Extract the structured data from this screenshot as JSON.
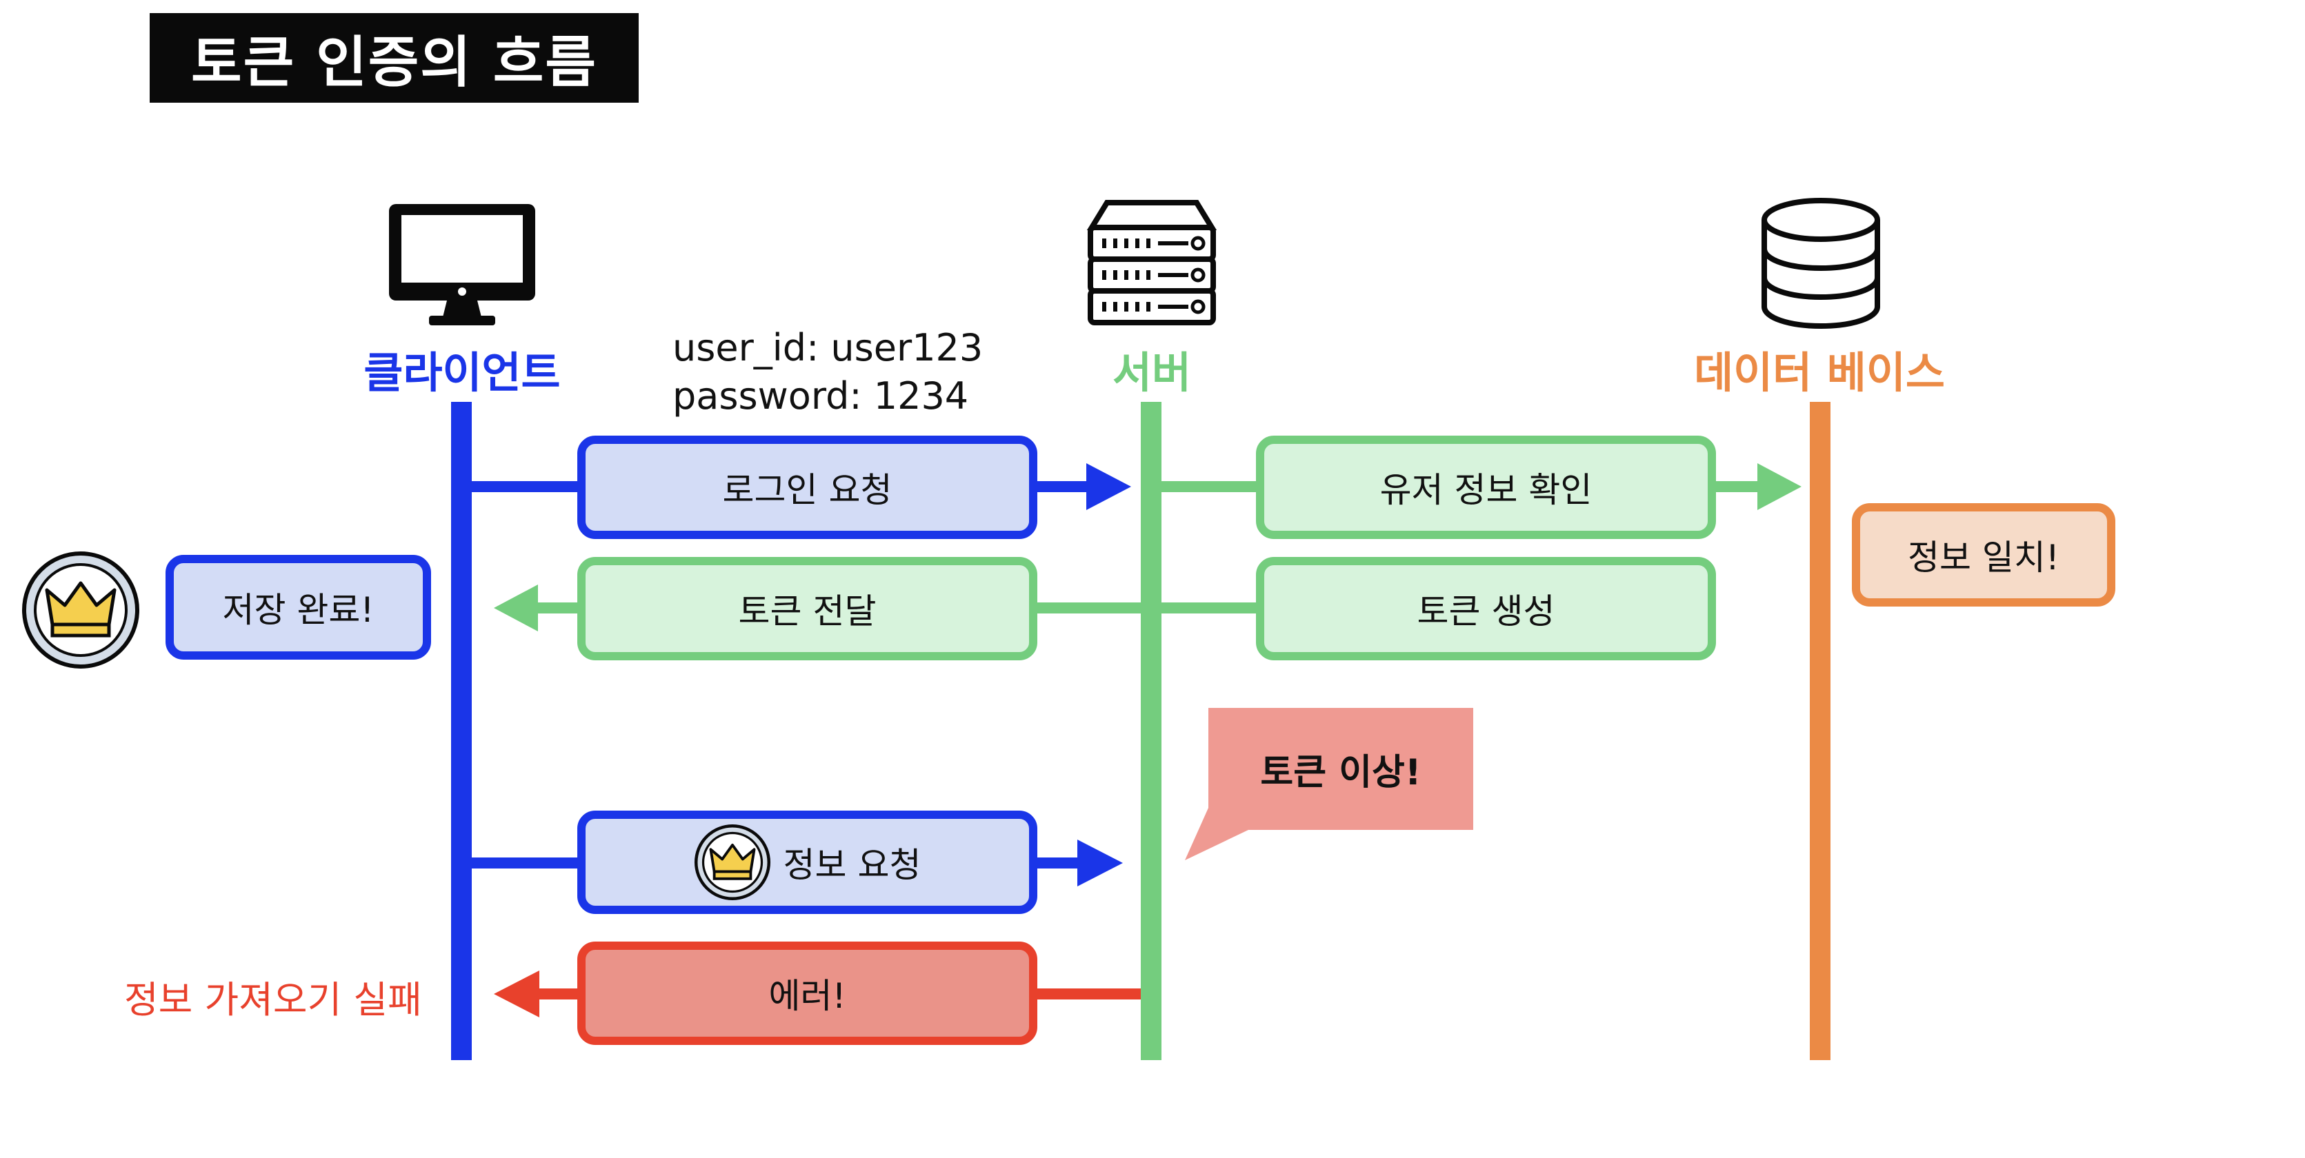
{
  "title": "토큰 인증의 흐름",
  "lanes": {
    "client": {
      "label": "클라이언트",
      "color": "#1a35e8"
    },
    "server": {
      "label": "서버",
      "color": "#74cd7e"
    },
    "database": {
      "label": "데이터 베이스",
      "color": "#eb8a45"
    }
  },
  "credentials": {
    "user_id": "user_id: user123",
    "password": "password: 1234"
  },
  "steps": {
    "login_request": "로그인 요청",
    "verify_user": "유저 정보 확인",
    "info_match": "정보 일치!",
    "create_token": "토큰 생성",
    "deliver_token": "토큰 전달",
    "save_done": "저장 완료!",
    "token_problem": "토큰 이상!",
    "info_request": "정보 요청",
    "error": "에러!",
    "fetch_failed": "정보 가져오기 실패"
  },
  "icons": {
    "client": "monitor-icon",
    "server": "server-rack-icon",
    "database": "database-icon",
    "token": "crown-medal-icon"
  },
  "colors": {
    "error": "#e8412c",
    "callout": "#ef9a92",
    "title_bg": "#0a0a0a"
  }
}
